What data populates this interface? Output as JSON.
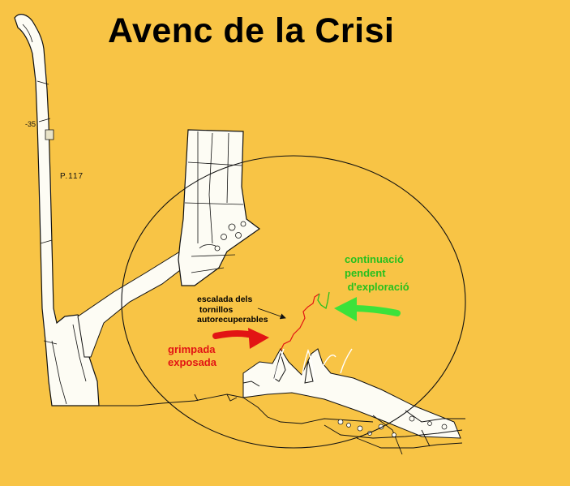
{
  "title": "Avenc de la Crisi",
  "labels": {
    "pitch": "P.117",
    "depth": "-35",
    "climb": "escalada dels\n tornillos\nautorecuperables",
    "exposed_climb": "grimpada\nexposada",
    "continuation": "continuació\npendent\n d'exploració"
  },
  "colors": {
    "background": "#f8c445",
    "exposed_climb": "#e21414",
    "continuation": "#27c01e"
  },
  "icons": {
    "exposed_climb_arrow": "red-arrow-icon",
    "continuation_arrow": "green-arrow-icon"
  }
}
